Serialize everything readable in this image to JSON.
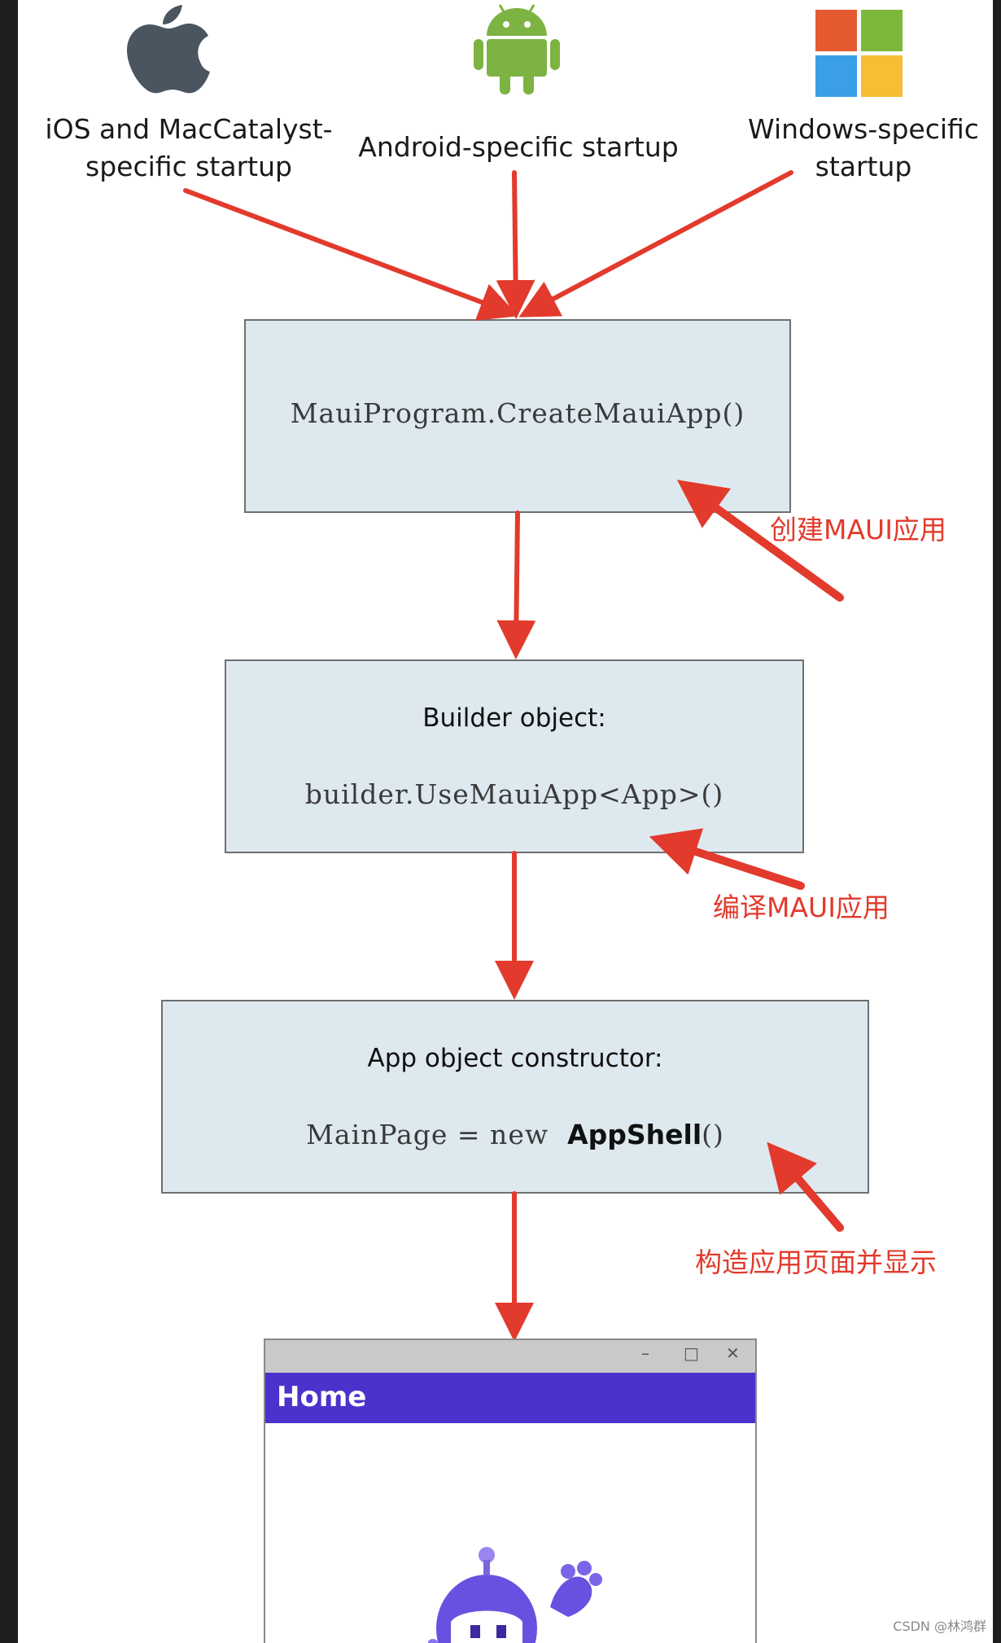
{
  "platforms": [
    {
      "name": "apple-icon",
      "label_line1": "iOS and MacCatalyst-",
      "label_line2": "specific startup"
    },
    {
      "name": "android-icon",
      "label_line1": "Android-specific startup",
      "label_line2": ""
    },
    {
      "name": "windows-icon",
      "label_line1": "Windows-specific",
      "label_line2": "startup"
    }
  ],
  "boxes": {
    "create": {
      "code": "MauiProgram.CreateMauiApp()"
    },
    "builder": {
      "title": "Builder object:",
      "code": "builder.UseMauiApp<App>()"
    },
    "app": {
      "title": "App object constructor:",
      "code_plain": "MainPage = new",
      "code_bold": "AppShell",
      "code_tail": "()"
    }
  },
  "annotations": {
    "create": "创建MAUI应用",
    "builder": "编译MAUI应用",
    "app": "构造应用页面并显示"
  },
  "app_window": {
    "minimize": "–",
    "maximize": "□",
    "close": "✕",
    "page_title": "Home",
    "mascot_icon": "dotnet-bot-icon"
  },
  "watermark": "CSDN @林鸿群",
  "colors": {
    "arrow": "#e23a2c",
    "box_fill": "#dde9ef",
    "nav_bar": "#4a33cc",
    "apple": "#4a5560",
    "android": "#7cb342",
    "win_red": "#f25022",
    "win_green": "#7fba00",
    "win_blue": "#00a4ef",
    "win_yellow": "#ffb900"
  }
}
